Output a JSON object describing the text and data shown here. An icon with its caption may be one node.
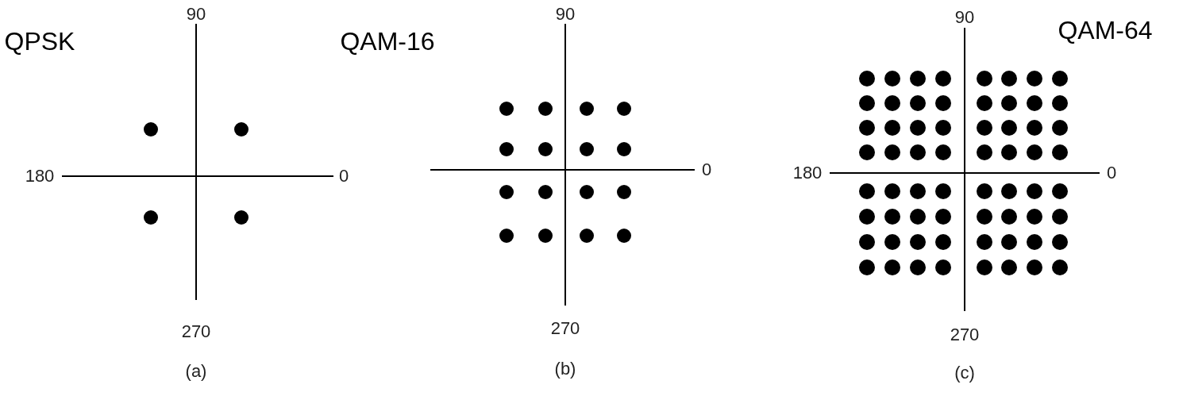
{
  "diagram": {
    "labels": [
      "QPSK",
      "90",
      "180",
      "0",
      "270",
      "(a)",
      "QAM-16",
      "90",
      "0",
      "270",
      "(b)",
      "90",
      "QAM-64",
      "180",
      "0",
      "270",
      "(c)"
    ]
  }
}
